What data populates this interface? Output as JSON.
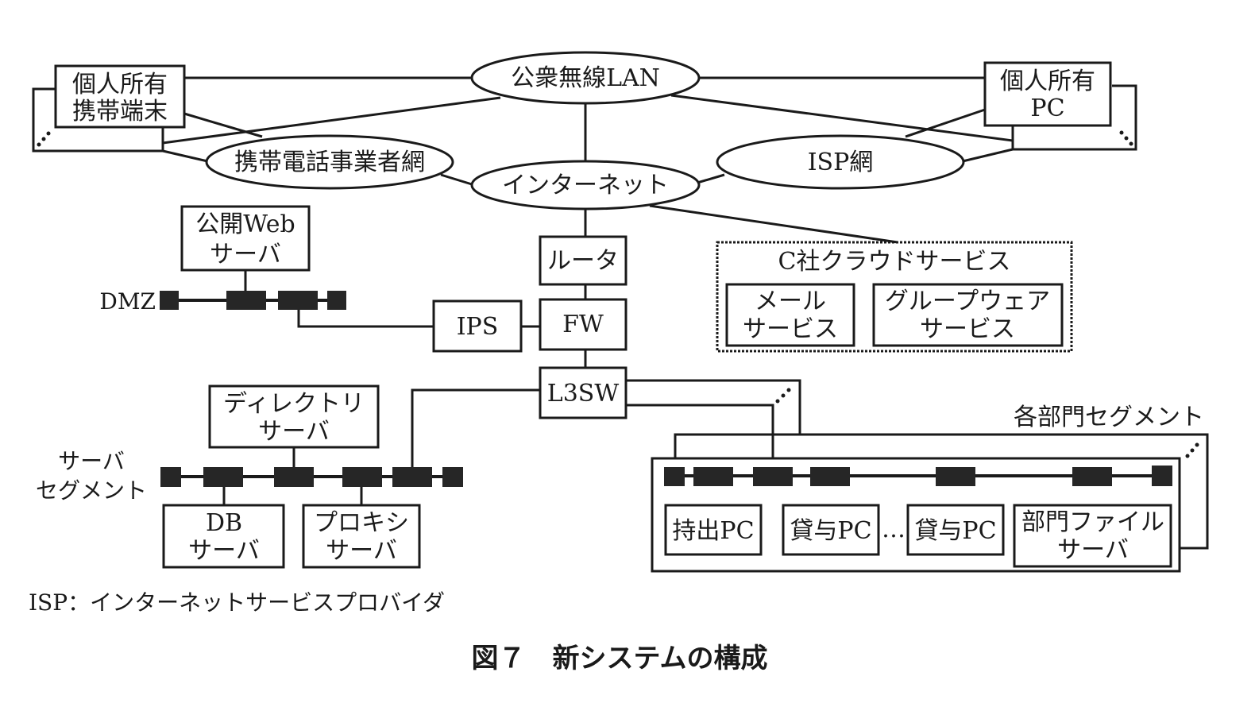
{
  "figure": {
    "caption": "図７　新システムの構成",
    "footnote": "ISP：インターネットサービスプロバイダ"
  },
  "networks": {
    "public_wlan": "公衆無線LAN",
    "mobile_carrier": "携帯電話事業者網",
    "internet": "インターネット",
    "isp": "ISP網"
  },
  "devices": {
    "personal_mobile": [
      "個人所有",
      "携帯端末"
    ],
    "personal_pc": [
      "個人所有",
      "PC"
    ],
    "public_web_server": [
      "公開Web",
      "サーバ"
    ],
    "router": "ルータ",
    "fw": "FW",
    "ips": "IPS",
    "l3sw": "L3SW",
    "directory_server": [
      "ディレクトリ",
      "サーバ"
    ],
    "db_server": [
      "DB",
      "サーバ"
    ],
    "proxy_server": [
      "プロキシ",
      "サーバ"
    ],
    "carry_out_pc": "持出PC",
    "loan_pc_1": "貸与PC",
    "loan_pc_2": "貸与PC",
    "dept_file_server": [
      "部門ファイル",
      "サーバ"
    ]
  },
  "cloud": {
    "title": "C社クラウドサービス",
    "mail": [
      "メール",
      "サービス"
    ],
    "groupware": [
      "グループウェア",
      "サービス"
    ]
  },
  "segments": {
    "dmz": "DMZ",
    "server_segment": [
      "サーバ",
      "セグメント"
    ],
    "dept_segment": "各部門セグメント"
  },
  "ellipsis": "…"
}
